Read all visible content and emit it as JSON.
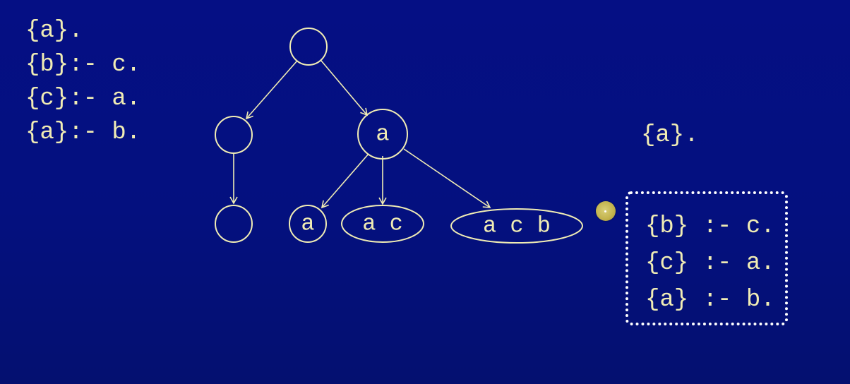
{
  "left_program": {
    "rules": [
      "{a}.",
      "{b}:- c.",
      "{c}:- a.",
      "{a}:- b."
    ]
  },
  "tree": {
    "root": {
      "label": ""
    },
    "left_child": {
      "label": ""
    },
    "left_leaf": {
      "label": ""
    },
    "right_child": {
      "label": "a"
    },
    "leaf_a": {
      "label": "a"
    },
    "leaf_ac": {
      "label": "a c"
    },
    "leaf_acb": {
      "label": "a c b"
    }
  },
  "right_fact": "{a}.",
  "remaining_program": {
    "rules": [
      "{b} :- c.",
      "{c} :- a.",
      "{a} :- b."
    ]
  },
  "colors": {
    "background": "#050f84",
    "foreground": "#f0ecb4",
    "box_border": "#ffffff",
    "pointer": "#c2b24c"
  }
}
